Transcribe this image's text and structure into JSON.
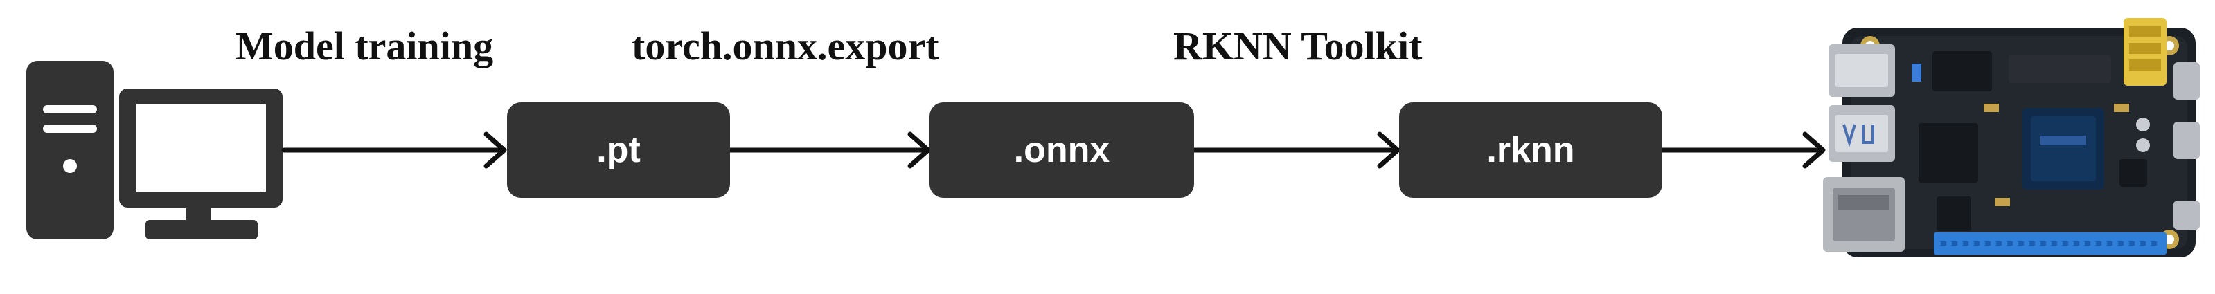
{
  "diagram": {
    "steps": [
      {
        "label": "Model training"
      },
      {
        "label": "torch.onnx.export"
      },
      {
        "label": "RKNN Toolkit"
      }
    ],
    "nodes": [
      {
        "label": ".pt"
      },
      {
        "label": ".onnx"
      },
      {
        "label": ".rknn"
      }
    ],
    "source_icon": "desktop-computer-icon",
    "target_icon": "single-board-computer-icon"
  },
  "colors": {
    "box_fill": "#333333",
    "box_text": "#ffffff",
    "arrow": "#111111",
    "icon": "#333333",
    "board_pcb": "#1b1f26",
    "header_pins": "#2f7fd8"
  }
}
